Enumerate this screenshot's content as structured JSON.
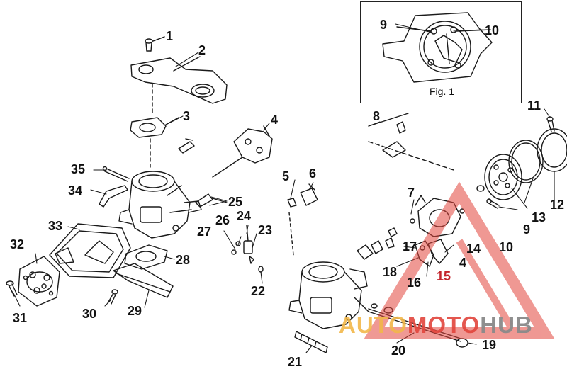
{
  "labels": {
    "l1": "1",
    "l2": "2",
    "l3": "3",
    "l4a": "4",
    "l4b": "4",
    "l5": "5",
    "l6": "6",
    "l7": "7",
    "l8": "8",
    "l9a": "9",
    "l9b": "9",
    "l10a": "10",
    "l10b": "10",
    "l11": "11",
    "l12": "12",
    "l13": "13",
    "l14": "14",
    "l15": "15",
    "l16": "16",
    "l17": "17",
    "l18": "18",
    "l19": "19",
    "l20": "20",
    "l21": "21",
    "l22": "22",
    "l23": "23",
    "l24": "24",
    "l25": "25",
    "l26": "26",
    "l27": "27",
    "l28": "28",
    "l29": "29",
    "l30": "30",
    "l31": "31",
    "l32": "32",
    "l33": "33",
    "l34": "34",
    "l35": "35"
  },
  "inset": {
    "caption": "Fig. 1"
  },
  "watermark": {
    "part_a": "AUTO",
    "part_b": "MOTO",
    "part_c": "HUB"
  },
  "colors": {
    "line": "#1a1a1a",
    "watermark_red": "#e2453c",
    "watermark_amber": "#f2b84a",
    "watermark_gray": "#8a8a8a"
  }
}
